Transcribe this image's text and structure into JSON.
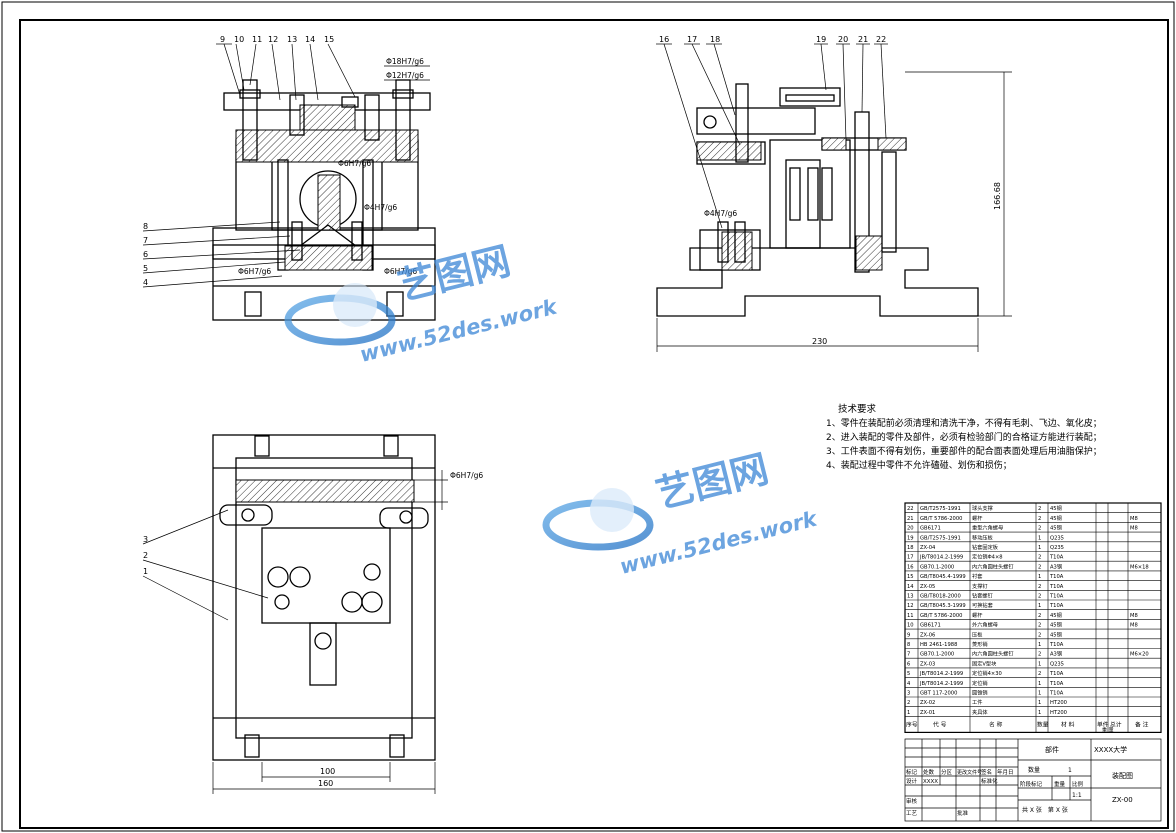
{
  "drawing": {
    "technical_requirements": {
      "title": "技术要求",
      "items": [
        "1、零件在装配前必须清理和清洗干净，不得有毛刺、飞边、氧化皮；",
        "2、进入装配的零件及部件，必须有检验部门的合格证方能进行装配；",
        "3、工件表面不得有划伤，重要部件的配合面表面处理后用油脂保护；",
        "4、装配过程中零件不允许磕碰、划伤和损伤；"
      ]
    },
    "front_view": {
      "balloons": [
        "9",
        "10",
        "11",
        "12",
        "13",
        "14",
        "15",
        "8",
        "7",
        "6",
        "5",
        "4"
      ],
      "fits": [
        "Φ18H7/g6",
        "Φ12H7/g6",
        "Φ6H7/g6",
        "Φ4H7/g6",
        "Φ6H7/g6",
        "Φ6H7/g6"
      ]
    },
    "side_view": {
      "balloons": [
        "16",
        "17",
        "18",
        "19",
        "20",
        "21",
        "22"
      ],
      "fit": "Φ4H7/g6",
      "dim_height": "166.68",
      "dim_width": "230"
    },
    "top_view": {
      "balloons": [
        "3",
        "2",
        "1"
      ],
      "fit": "Φ6H7/g6",
      "dim_inner": "100",
      "dim_outer": "160"
    },
    "watermark": {
      "brand": "艺图网",
      "url": "www.52des.work"
    },
    "bom": {
      "rows": [
        {
          "no": "22",
          "code": "GB/T2575-1991",
          "name": "球头支撑",
          "qty": "2",
          "mat": "45钢",
          "note": ""
        },
        {
          "no": "21",
          "code": "GB/T 5786-2000",
          "name": "螺杆",
          "qty": "2",
          "mat": "45钢",
          "note": "M8"
        },
        {
          "no": "20",
          "code": "GB6171",
          "name": "重型六角螺母",
          "qty": "2",
          "mat": "45钢",
          "note": "M8"
        },
        {
          "no": "19",
          "code": "GB/T2575-1991",
          "name": "移动压板",
          "qty": "1",
          "mat": "Q235",
          "note": ""
        },
        {
          "no": "18",
          "code": "ZX-04",
          "name": "钻套固定板",
          "qty": "1",
          "mat": "Q235",
          "note": ""
        },
        {
          "no": "17",
          "code": "JB/T8014.2-1999",
          "name": "定位销Φ4×8",
          "qty": "2",
          "mat": "T10A",
          "note": ""
        },
        {
          "no": "16",
          "code": "GB70.1-2000",
          "name": "内六角圆柱头螺钉",
          "qty": "2",
          "mat": "A3钢",
          "note": "M6×18"
        },
        {
          "no": "15",
          "code": "GB/T8045.4-1999",
          "name": "衬套",
          "qty": "1",
          "mat": "T10A",
          "note": ""
        },
        {
          "no": "14",
          "code": "ZX-05",
          "name": "支撑钉",
          "qty": "2",
          "mat": "T10A",
          "note": ""
        },
        {
          "no": "13",
          "code": "GB/T8018-2000",
          "name": "钻套螺钉",
          "qty": "2",
          "mat": "T10A",
          "note": ""
        },
        {
          "no": "12",
          "code": "GB/T8045.3-1999",
          "name": "可换钻套",
          "qty": "1",
          "mat": "T10A",
          "note": ""
        },
        {
          "no": "11",
          "code": "GB/T 5786-2000",
          "name": "螺杆",
          "qty": "2",
          "mat": "45钢",
          "note": "M8"
        },
        {
          "no": "10",
          "code": "GB6171",
          "name": "外六角螺母",
          "qty": "2",
          "mat": "45钢",
          "note": "M8"
        },
        {
          "no": "9",
          "code": "ZX-06",
          "name": "压板",
          "qty": "2",
          "mat": "45钢",
          "note": ""
        },
        {
          "no": "8",
          "code": "HB 2461-1988",
          "name": "菱形销",
          "qty": "1",
          "mat": "T10A",
          "note": ""
        },
        {
          "no": "7",
          "code": "GB70.1-2000",
          "name": "内六角圆柱头螺钉",
          "qty": "2",
          "mat": "A3钢",
          "note": "M6×20"
        },
        {
          "no": "6",
          "code": "ZX-03",
          "name": "固定V型块",
          "qty": "1",
          "mat": "Q235",
          "note": ""
        },
        {
          "no": "5",
          "code": "JB/T8014.2-1999",
          "name": "定位销4×30",
          "qty": "2",
          "mat": "T10A",
          "note": ""
        },
        {
          "no": "4",
          "code": "JB/T8014.2-1999",
          "name": "定位销",
          "qty": "1",
          "mat": "T10A",
          "note": ""
        },
        {
          "no": "3",
          "code": "GBT 117-2000",
          "name": "圆锥销",
          "qty": "1",
          "mat": "T10A",
          "note": ""
        },
        {
          "no": "2",
          "code": "ZX-02",
          "name": "工件",
          "qty": "1",
          "mat": "HT200",
          "note": ""
        },
        {
          "no": "1",
          "code": "ZX-01",
          "name": "夹具体",
          "qty": "1",
          "mat": "HT200",
          "note": ""
        }
      ],
      "header": {
        "no": "序号",
        "code": "代 号",
        "name": "名 称",
        "qty": "数量",
        "mat": "材 料",
        "unit_w": "单件",
        "total_w": "总计",
        "weight": "重 量",
        "note": "备 注"
      }
    },
    "title_block": {
      "school": "XXXX大学",
      "drawing_name": "装配图",
      "drawing_no": "ZX-00",
      "scale_label": "比例",
      "scale": "1:1",
      "qty_label": "数量",
      "qty": "1",
      "weight_label": "重量",
      "material_cell": "部件",
      "stage_label": "阶段标记",
      "sheet_info": "共 X 张　第 X 张",
      "designer_label": "设计",
      "designer": "XXXX",
      "std_label": "标准化",
      "check_label": "审核",
      "process_label": "工艺",
      "approve_label": "批准",
      "mark_label": "标记",
      "count_label": "处数",
      "zone_label": "分区",
      "change_label": "更改文件号",
      "sign_label": "签名",
      "date_label": "年月日"
    }
  }
}
